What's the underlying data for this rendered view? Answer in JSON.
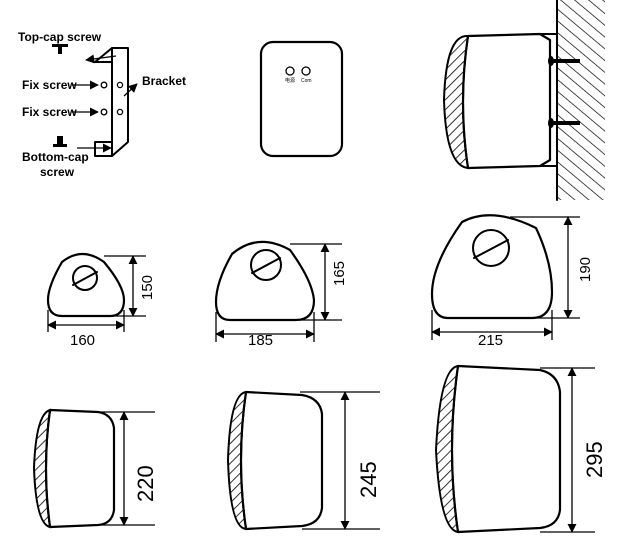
{
  "bracket_diagram": {
    "labels": {
      "top_cap_screw": "Top-cap screw",
      "fix_screw_upper": "Fix screw",
      "fix_screw_lower": "Fix screw",
      "bracket": "Bracket",
      "bottom_cap_screw_line1": "Bottom-cap",
      "bottom_cap_screw_line2": "screw"
    }
  },
  "front_unit": {
    "left_indicator_label": "电源",
    "right_indicator_label": "Com"
  },
  "dimensions": {
    "small": {
      "width": "160",
      "height": "150",
      "depth": "220"
    },
    "medium": {
      "width": "185",
      "height": "165",
      "depth": "245"
    },
    "large": {
      "width": "215",
      "height": "190",
      "depth": "295"
    }
  },
  "colors": {
    "line": "#000000",
    "background": "#ffffff"
  }
}
